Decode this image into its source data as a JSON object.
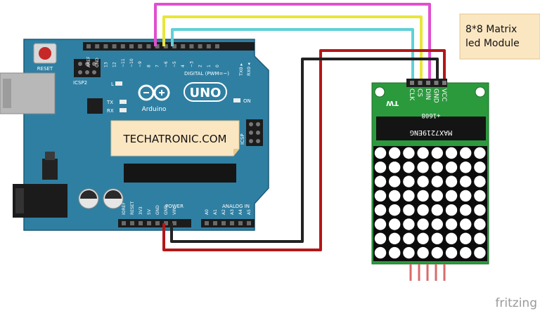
{
  "board": {
    "brand": "Arduino",
    "model": "UNO",
    "reset_label": "RESET",
    "icsp2_label": "ICSP2",
    "icsp_label": "ICSP",
    "digital_label": "DIGITAL (PWM=~)",
    "power_label": "POWER",
    "analog_label": "ANALOG IN",
    "on_label": "ON",
    "l_label": "L",
    "tx_label": "TX",
    "rx_label": "RX",
    "txo_label": "TX0 ▸",
    "rxi_label": "RX0 ◂",
    "digital_pins": [
      "AREF",
      "GND",
      "13",
      "12",
      "~11",
      "~10",
      "~9",
      "8",
      "7",
      "~6",
      "~5",
      "4",
      "~3",
      "2",
      "1",
      "0"
    ],
    "power_pins": [
      "IOREF",
      "RESET",
      "3V3",
      "5V",
      "GND",
      "GND",
      "VIN"
    ],
    "analog_pins": [
      "A0",
      "A1",
      "A2",
      "A3",
      "A4",
      "A5"
    ]
  },
  "callouts": {
    "site": "TECHATRONIC.COM",
    "module_line1": "8*8 Matrix",
    "module_line2": "led Module"
  },
  "module": {
    "chip_line1": "MAX7219ENG",
    "chip_line2": "+1608",
    "logo": "TW",
    "pins": [
      "CLK",
      "CS",
      "DIN",
      "GND",
      "VCC"
    ]
  },
  "footer": {
    "brand": "fritzing"
  },
  "colors": {
    "board": "#2f7fa2",
    "module_pcb": "#2b9a3d",
    "wire_pink": "#e04fd0",
    "wire_yellow": "#e8e63a",
    "wire_cyan": "#5fd0d8",
    "wire_red": "#b31717",
    "wire_black": "#222222",
    "callout": "#fbe6c2"
  }
}
